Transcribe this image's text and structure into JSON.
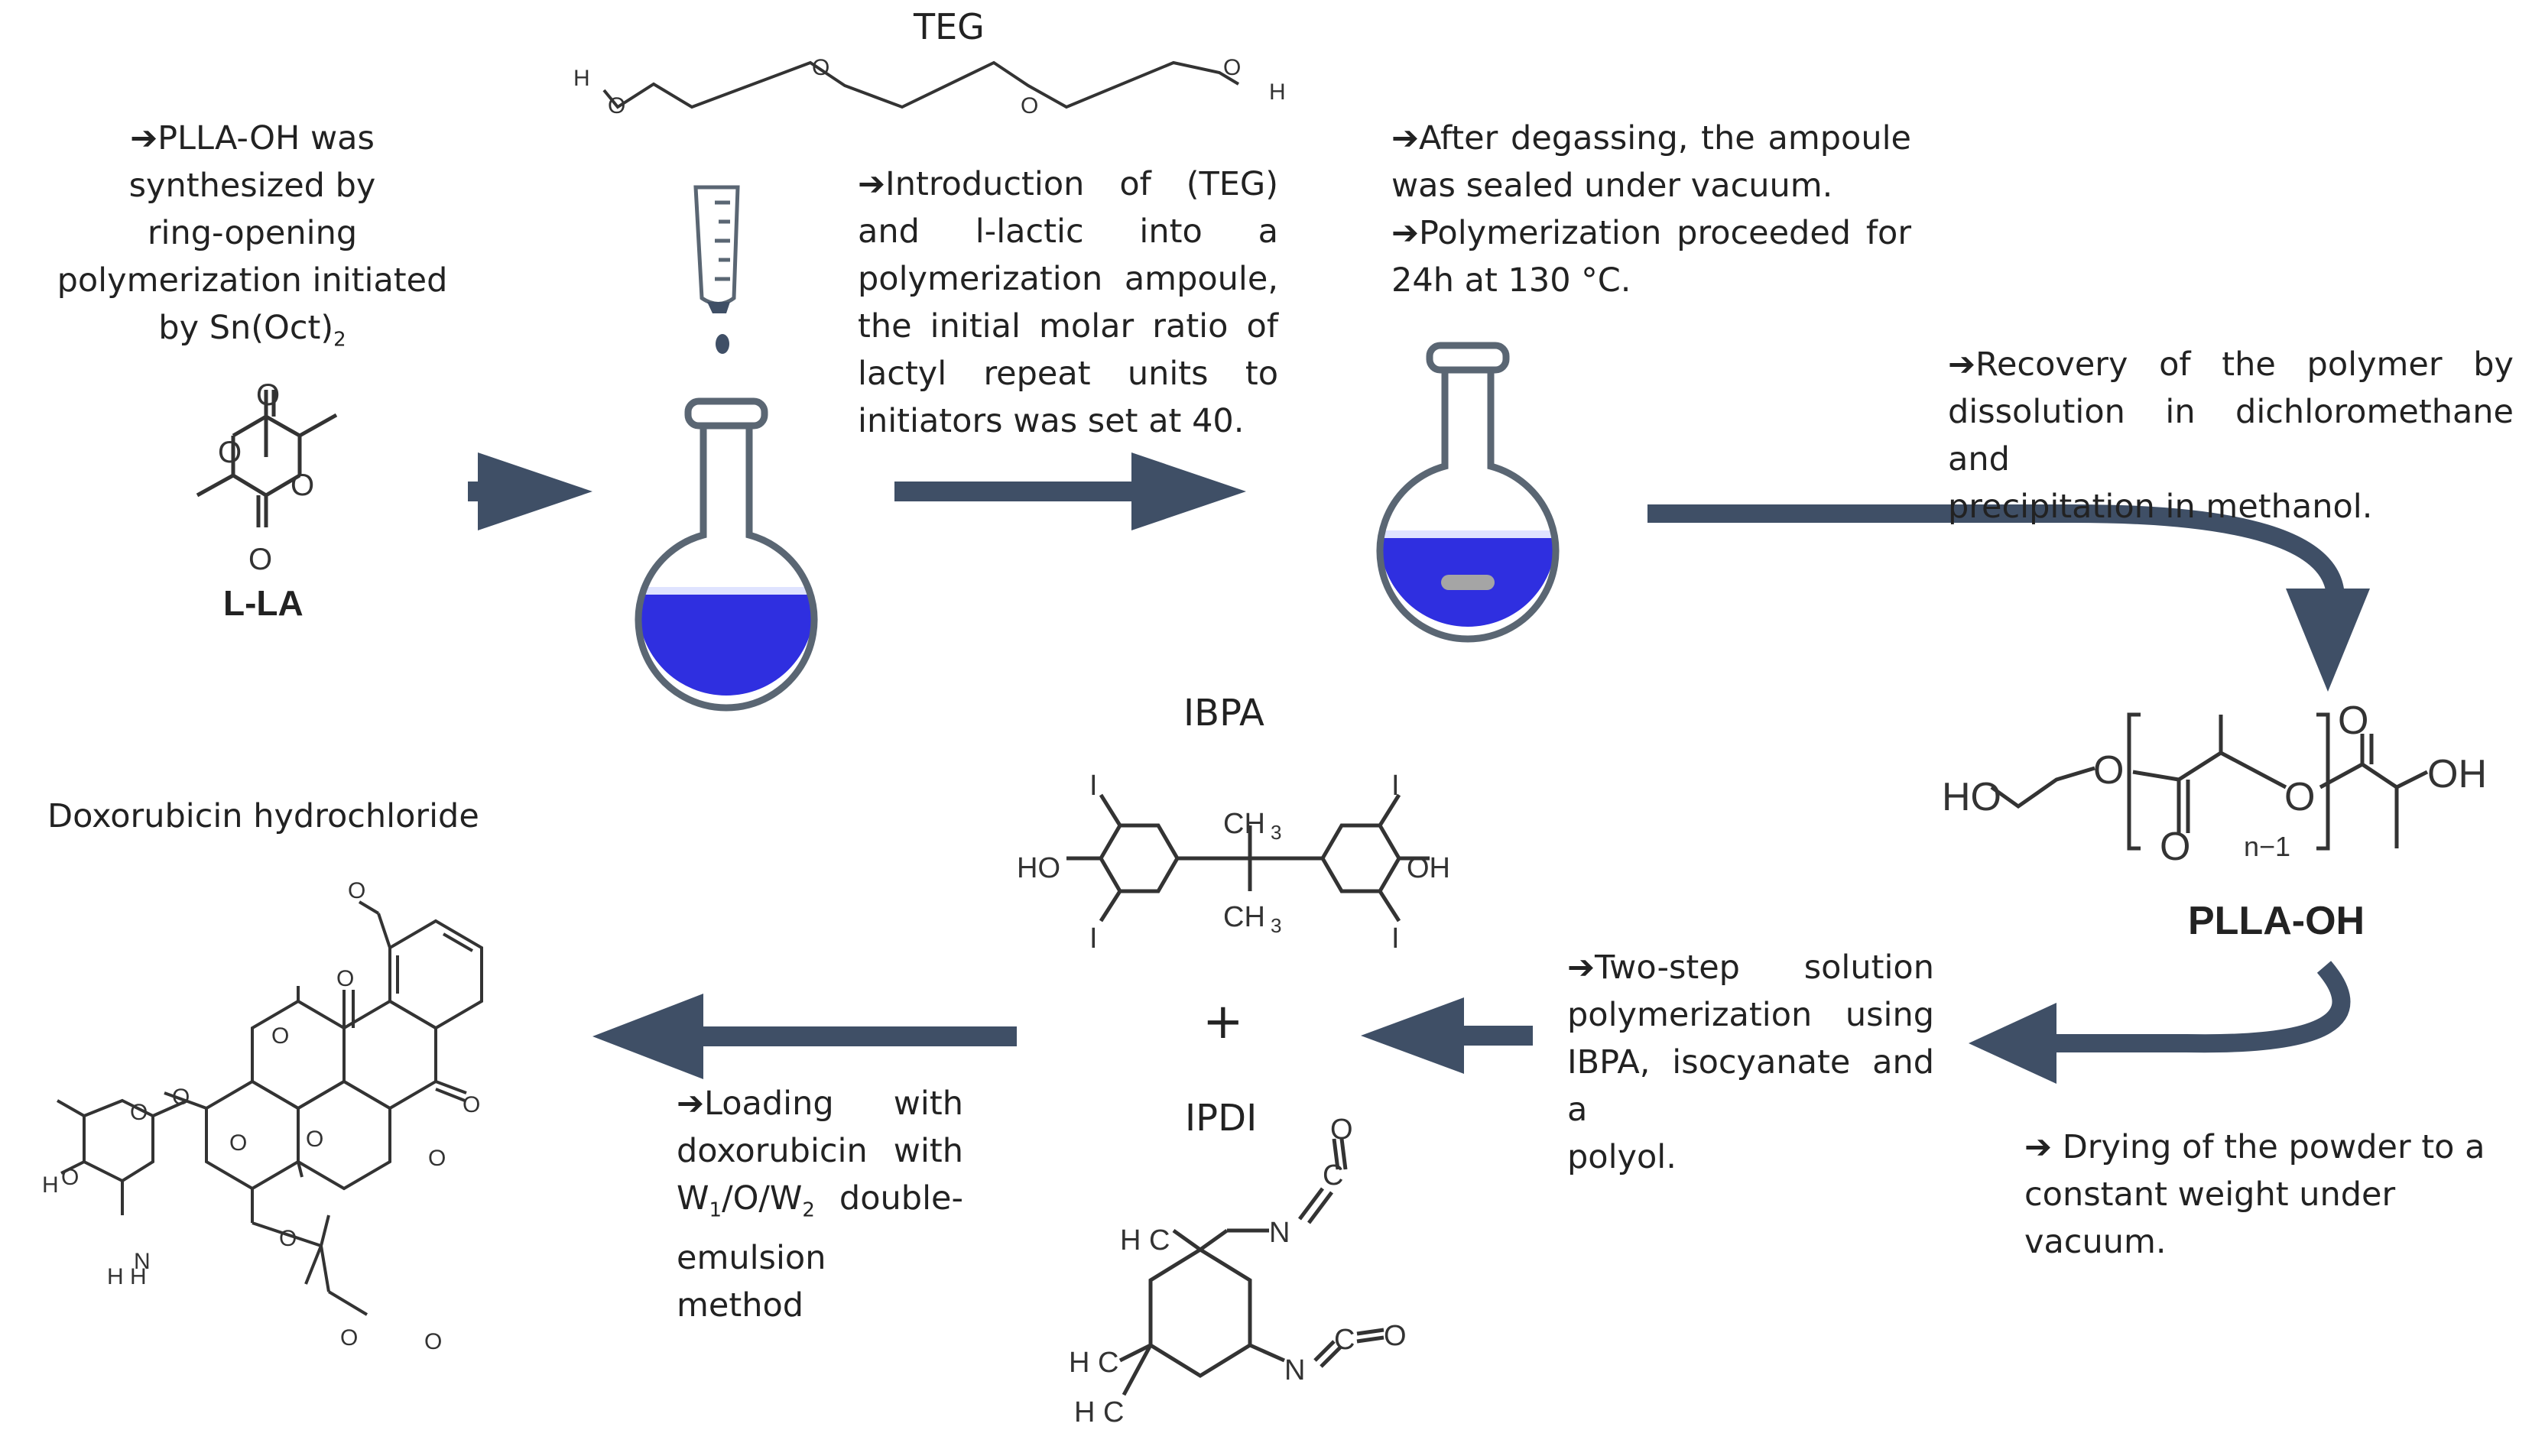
{
  "labels": {
    "teg": "TEG",
    "l_la": "L-LA",
    "ibpa": "IBPA",
    "ipdi": "IPDI",
    "plus": "+",
    "plla_oh": "PLLA-OH",
    "doxorubicin": "Doxorubicin hydrochloride"
  },
  "steps": {
    "s1": [
      "➔PLLA-OH was",
      "synthesized by",
      "ring-opening",
      "polymerization initiated",
      "by Sn(Oct)"
    ],
    "s1_sub": "2",
    "s2": [
      "➔Introduction of (TEG)",
      "and l-lactic into a",
      "polymerization ampoule,",
      "the initial molar ratio of",
      "lactyl repeat units to",
      "initiators was set at 40."
    ],
    "s3": [
      "➔After degassing, the ampoule",
      "was sealed under vacuum.",
      "➔Polymerization proceeded for",
      "24h at 130 °C."
    ],
    "s4": [
      "➔Recovery of the polymer by",
      "dissolution in dichloromethane and",
      "precipitation in methanol."
    ],
    "s5": [
      "➔ Drying of the powder to a",
      "constant weight under",
      "vacuum."
    ],
    "s6": [
      "➔Two-step solution",
      "polymerization using",
      "IBPA, isocyanate and a",
      "polyol."
    ],
    "s7": [
      "➔Loading with",
      "doxorubicin with",
      "W",
      "1",
      "/O/W",
      "2",
      " double-",
      "emulsion method"
    ]
  },
  "atoms": {
    "o": "O",
    "h": "H",
    "ho": "HO",
    "oh": "OH",
    "i": "I",
    "n": "N",
    "c": "C",
    "ch3": "CH",
    "h3c": "H C",
    "n_minus_1": "n−1",
    "three": "3",
    "nh": "N",
    "hh": "H  H"
  },
  "colors": {
    "arrow": "#3f4f66",
    "flask_outline": "#5a6673",
    "liquid": "#2f2fe0",
    "stir_bar": "#a5a5a5"
  }
}
